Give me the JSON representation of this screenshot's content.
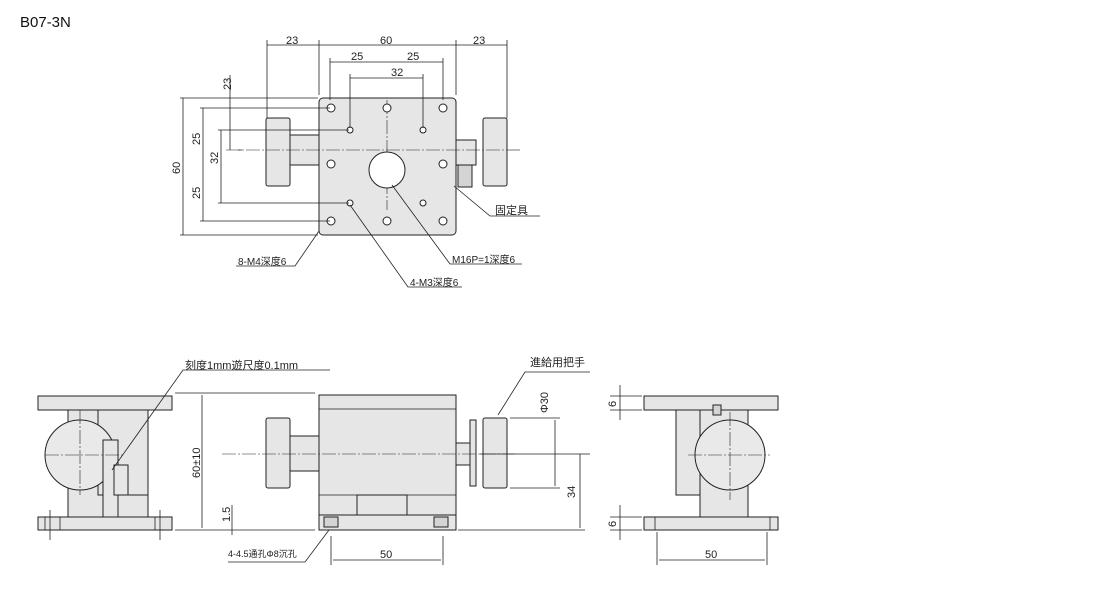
{
  "title": "B07-3N",
  "top_view": {
    "dims": {
      "left_width": "23",
      "body_width": "60",
      "right_width": "23",
      "hole_pitch_left": "25",
      "hole_pitch_right": "25",
      "inner_pitch": "32",
      "offset_top": "23",
      "body_height": "60",
      "pitch_upper": "25",
      "inner_vertical": "32",
      "pitch_lower": "25"
    },
    "callouts": {
      "clamp": "固定具",
      "m4_holes": "8-M4深度6",
      "center_thread": "M16P=1深度6",
      "m3_holes": "4-M3深度6"
    }
  },
  "side_views": {
    "callouts": {
      "scale": "刻度1mm遊尺度0.1mm",
      "feed_handle": "進給用把手",
      "mount_holes": "4-4.5通孔Φ8沉孔"
    },
    "dims": {
      "height": "60±10",
      "base_gap": "1.5",
      "knob_dia": "Φ30",
      "center_height": "34",
      "mount_pitch": "50",
      "plate_thickness_top": "6",
      "plate_thickness_bottom": "6",
      "mount_pitch_right": "50"
    }
  }
}
